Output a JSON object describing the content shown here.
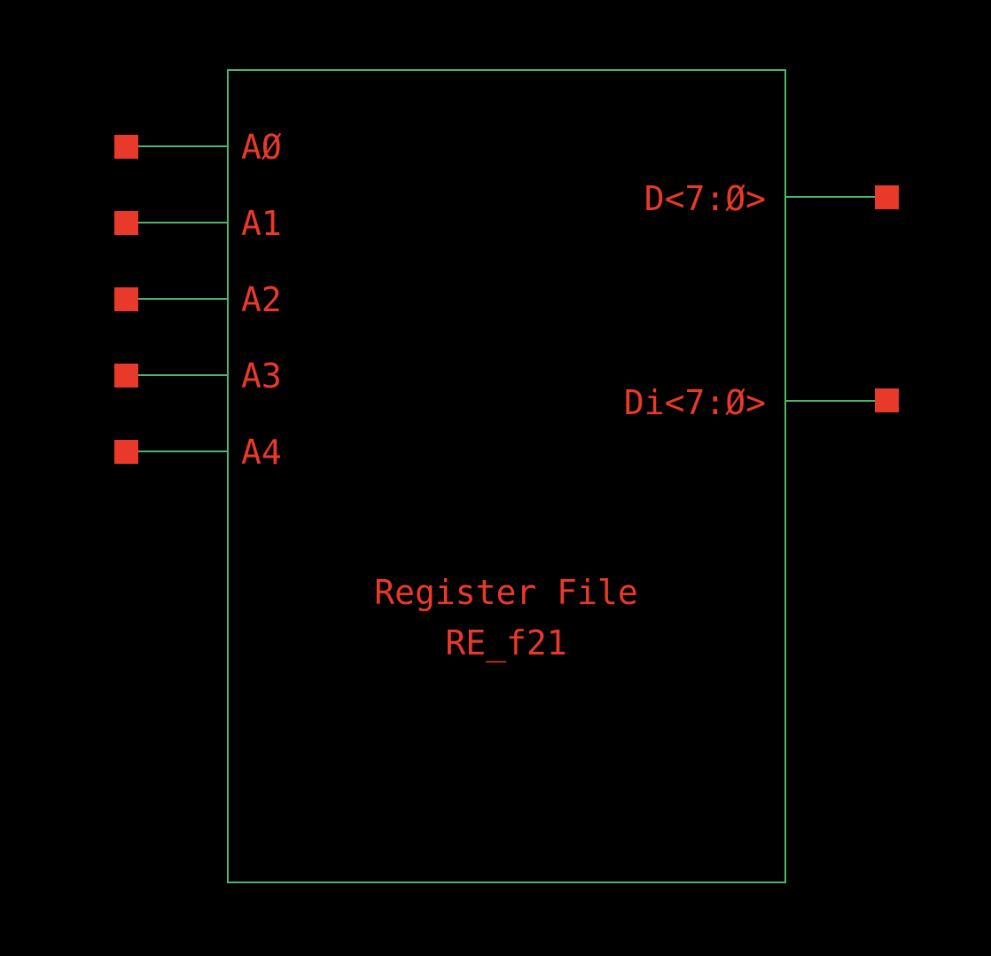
{
  "symbol": {
    "title": "Register File",
    "cell_name": "RE_f21",
    "colors": {
      "background": "#000000",
      "outline": "#4cb56a",
      "pin": "#e8392a",
      "text": "#e8392a"
    },
    "left_pins": [
      {
        "name": "A0",
        "label": "AØ"
      },
      {
        "name": "A1",
        "label": "A1"
      },
      {
        "name": "A2",
        "label": "A2"
      },
      {
        "name": "A3",
        "label": "A3"
      },
      {
        "name": "A4",
        "label": "A4"
      }
    ],
    "right_pins": [
      {
        "name": "D<7:0>",
        "label": "D<7:Ø>"
      },
      {
        "name": "Di<7:0>",
        "label": "Di<7:Ø>"
      }
    ]
  }
}
